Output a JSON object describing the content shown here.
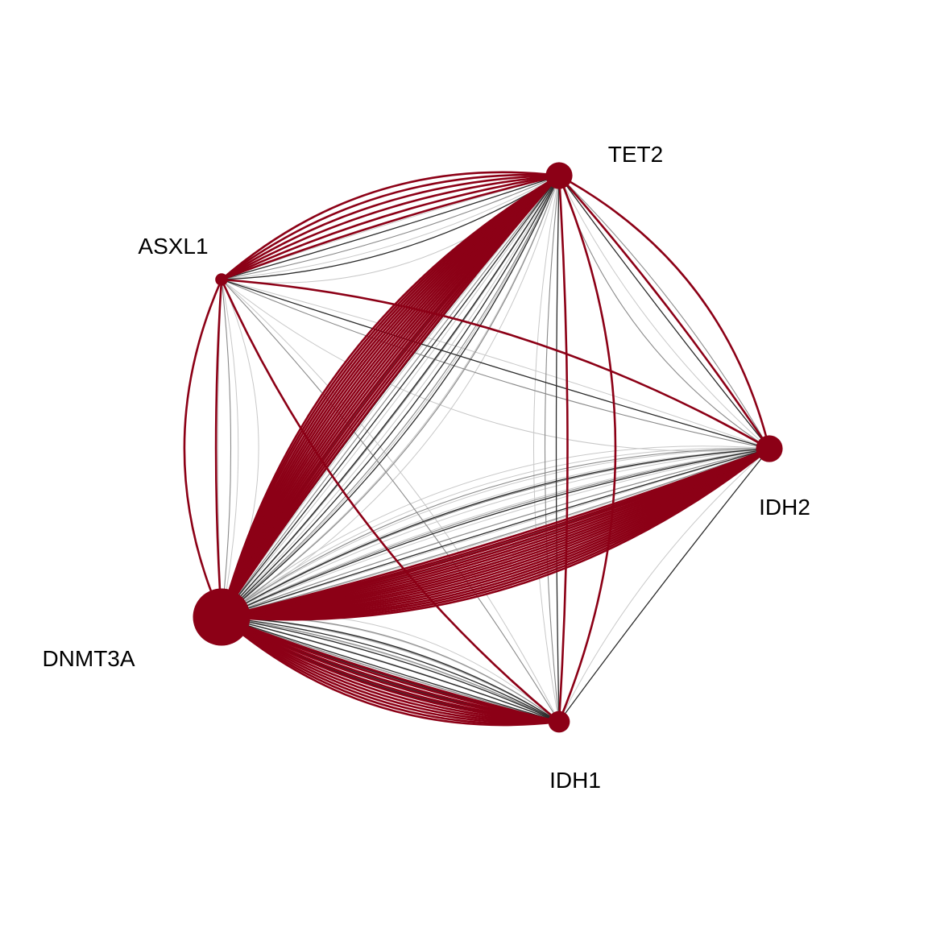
{
  "colors": {
    "node": "#8c0016",
    "edge_red": "#8c0016",
    "edge_dark": "#2b2b2b",
    "edge_mid": "#8a8a8a",
    "edge_light": "#c8c8c8",
    "background": "#ffffff"
  },
  "nodes": [
    {
      "id": "DNMT3A",
      "label": "DNMT3A",
      "size": 5
    },
    {
      "id": "TET2",
      "label": "TET2",
      "size": 2
    },
    {
      "id": "IDH2",
      "label": "IDH2",
      "size": 2
    },
    {
      "id": "IDH1",
      "label": "IDH1",
      "size": 1.5
    },
    {
      "id": "ASXL1",
      "label": "ASXL1",
      "size": 0.6
    }
  ],
  "edge_groups": [
    {
      "source": "DNMT3A",
      "target": "TET2",
      "red": 20,
      "dark": 7,
      "mid": 5,
      "light": 6
    },
    {
      "source": "DNMT3A",
      "target": "IDH2",
      "red": 20,
      "dark": 5,
      "mid": 6,
      "light": 10
    },
    {
      "source": "DNMT3A",
      "target": "IDH1",
      "red": 12,
      "dark": 8,
      "mid": 6,
      "light": 6
    },
    {
      "source": "DNMT3A",
      "target": "ASXL1",
      "red": 2,
      "dark": 0,
      "mid": 1,
      "light": 3
    },
    {
      "source": "ASXL1",
      "target": "TET2",
      "red": 6,
      "dark": 3,
      "mid": 1,
      "light": 3
    },
    {
      "source": "ASXL1",
      "target": "IDH2",
      "red": 1,
      "dark": 1,
      "mid": 1,
      "light": 2
    },
    {
      "source": "ASXL1",
      "target": "IDH1",
      "red": 1,
      "dark": 0,
      "mid": 1,
      "light": 1
    },
    {
      "source": "TET2",
      "target": "IDH2",
      "red": 2,
      "dark": 1,
      "mid": 2,
      "light": 1
    },
    {
      "source": "TET2",
      "target": "IDH1",
      "red": 2,
      "dark": 1,
      "mid": 1,
      "light": 1
    },
    {
      "source": "IDH2",
      "target": "IDH1",
      "red": 0,
      "dark": 1,
      "mid": 0,
      "light": 1
    }
  ]
}
